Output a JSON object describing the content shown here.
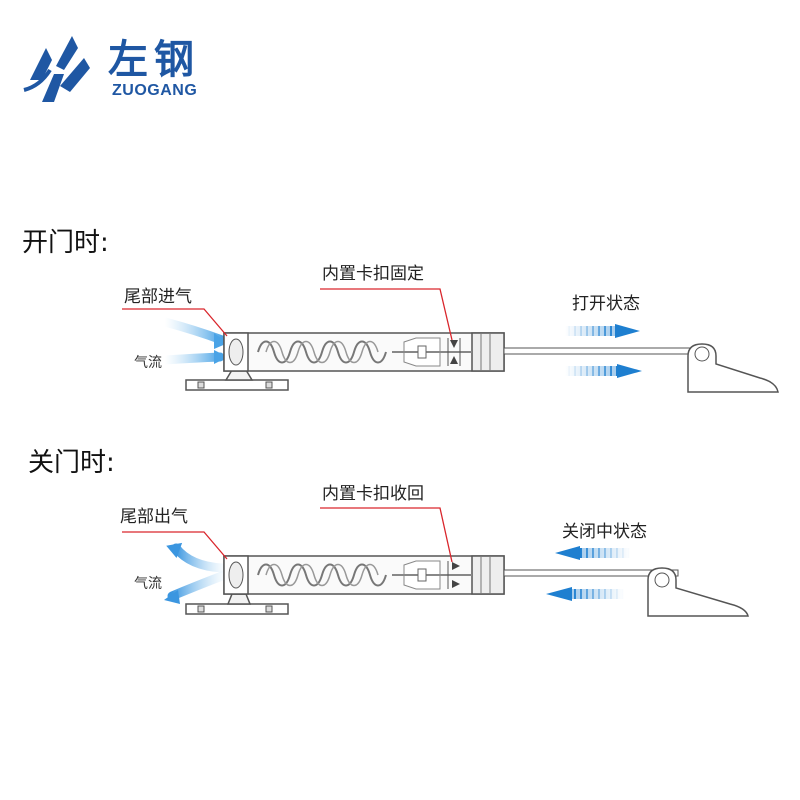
{
  "brand": {
    "name_cn": "左钢",
    "name_en": "ZUOGANG"
  },
  "open_section": {
    "heading": "开门时:",
    "tail_label": "尾部进气",
    "airflow_label": "气流",
    "catch_label": "内置卡扣固定",
    "state_label": "打开状态"
  },
  "close_section": {
    "heading": "关门时:",
    "tail_label": "尾部出气",
    "airflow_label": "气流",
    "catch_label": "内置卡扣收回",
    "state_label": "关闭中状态"
  },
  "colors": {
    "brand_blue": "#1f57a3",
    "leader_red": "#d9262c",
    "arrow_blue": "#1e7fd0",
    "outline": "#555555"
  }
}
